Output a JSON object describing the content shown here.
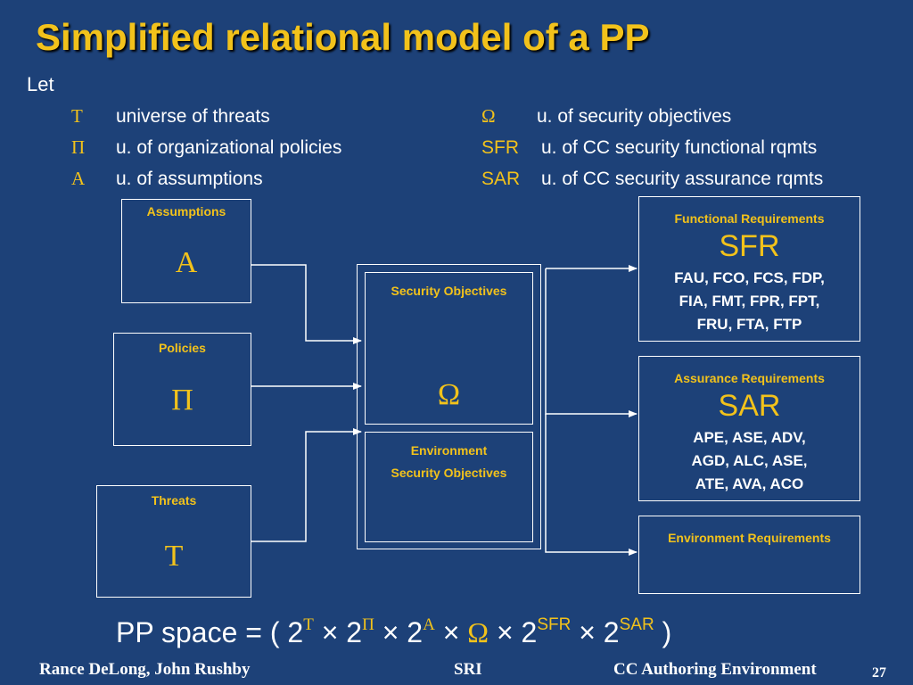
{
  "slide": {
    "title": "Simplified relational model of a PP",
    "let_label": "Let",
    "definitions_left": [
      {
        "symbol": "T",
        "text": "universe of threats"
      },
      {
        "symbol": "Π",
        "text": "u. of organizational policies"
      },
      {
        "symbol": "A",
        "text": "u. of assumptions"
      }
    ],
    "definitions_right": [
      {
        "symbol": "Ω",
        "text": "u. of security objectives"
      },
      {
        "symbol": "SFR",
        "text": "u. of CC security functional rqmts"
      },
      {
        "symbol": "SAR",
        "text": "u. of CC security assurance rqmts"
      }
    ]
  },
  "diagram": {
    "assumptions": {
      "label": "Assumptions",
      "symbol": "A"
    },
    "policies": {
      "label": "Policies",
      "symbol": "Π"
    },
    "threats": {
      "label": "Threats",
      "symbol": "T"
    },
    "security_objectives": {
      "label": "Security Objectives",
      "symbol": "Ω"
    },
    "environment_objectives": {
      "label_line1": "Environment",
      "label_line2": "Security Objectives"
    },
    "functional": {
      "label": "Functional Requirements",
      "abbr": "SFR",
      "lines": [
        "FAU, FCO, FCS, FDP,",
        "FIA, FMT, FPR, FPT,",
        "FRU, FTA, FTP"
      ]
    },
    "assurance": {
      "label": "Assurance Requirements",
      "abbr": "SAR",
      "lines": [
        "APE, ASE, ADV,",
        "AGD, ALC, ASE,",
        "ATE, AVA, ACO"
      ]
    },
    "environment_req": {
      "label": "Environment Requirements"
    }
  },
  "formula": {
    "prefix": "PP space = ( 2",
    "sup_t": "T",
    "times1": " × 2",
    "sup_pi": "Π",
    "times2": " × 2",
    "sup_a": "A",
    "times3": " × ",
    "omega": "Ω",
    "times4": " × 2",
    "sup_sfr": "SFR",
    "times5": " × 2",
    "sup_sar": "SAR",
    "suffix": " )"
  },
  "footer": {
    "authors": "Rance DeLong, John Rushby",
    "org": "SRI",
    "project": "CC Authoring Environment",
    "page": "27"
  },
  "colors": {
    "background": "#1d4178",
    "accent": "#f2c21b",
    "text": "#ffffff"
  }
}
